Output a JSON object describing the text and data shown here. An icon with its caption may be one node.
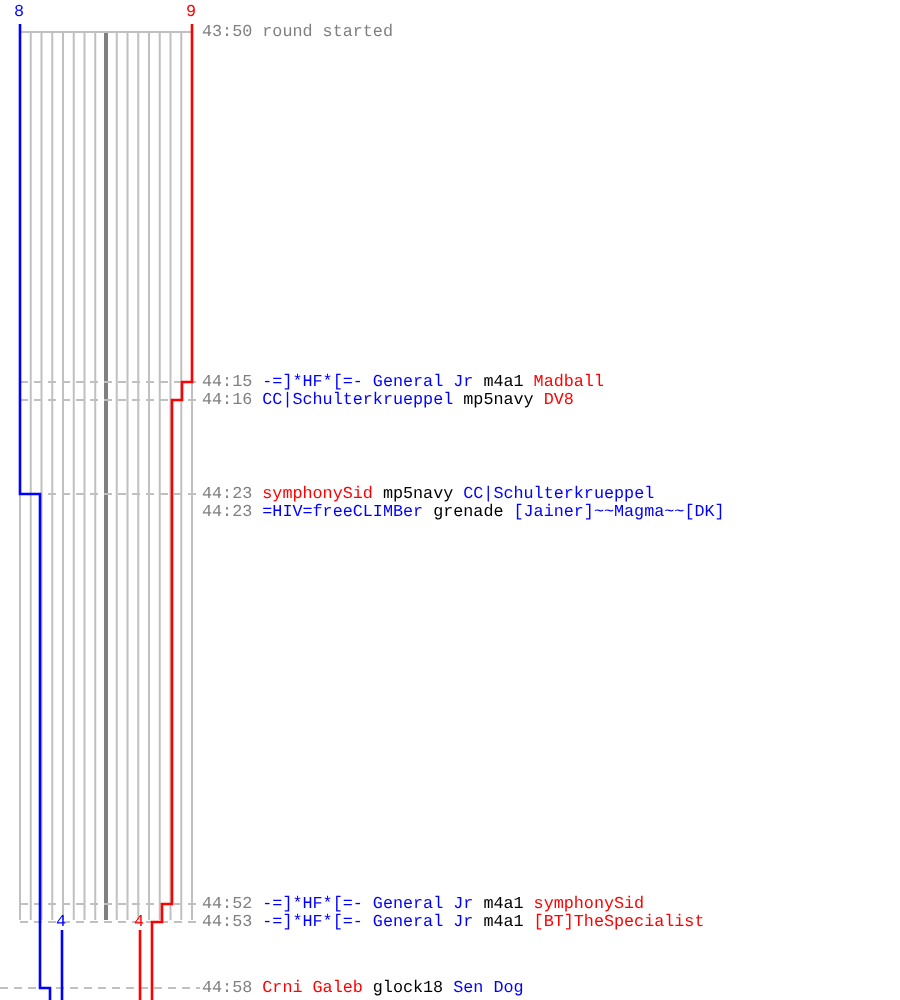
{
  "diagram": {
    "labels": [
      "8",
      "9",
      "43:50",
      "round started",
      "44:15",
      "-=]*HF*[=- General Jr",
      "m4a1",
      "Madball",
      "44:16",
      "CC|Schulterkrueppel",
      "mp5navy",
      "DV8",
      "44:23",
      "symphonySid",
      "mp5navy",
      "CC|Schulterkrueppel",
      "44:23",
      "=HIV=freeCLIMBer",
      "grenade",
      "[Jainer]~~Magma~~[DK]",
      "44:52",
      "-=]*HF*[=- General Jr",
      "m4a1",
      "symphonySid",
      "44:53",
      "-=]*HF*[=- General Jr",
      "m4a1",
      "[BT]TheSpecialist",
      "4",
      "4",
      "44:58",
      "Crni Galeb",
      "glock18",
      "Sen Dog"
    ]
  }
}
